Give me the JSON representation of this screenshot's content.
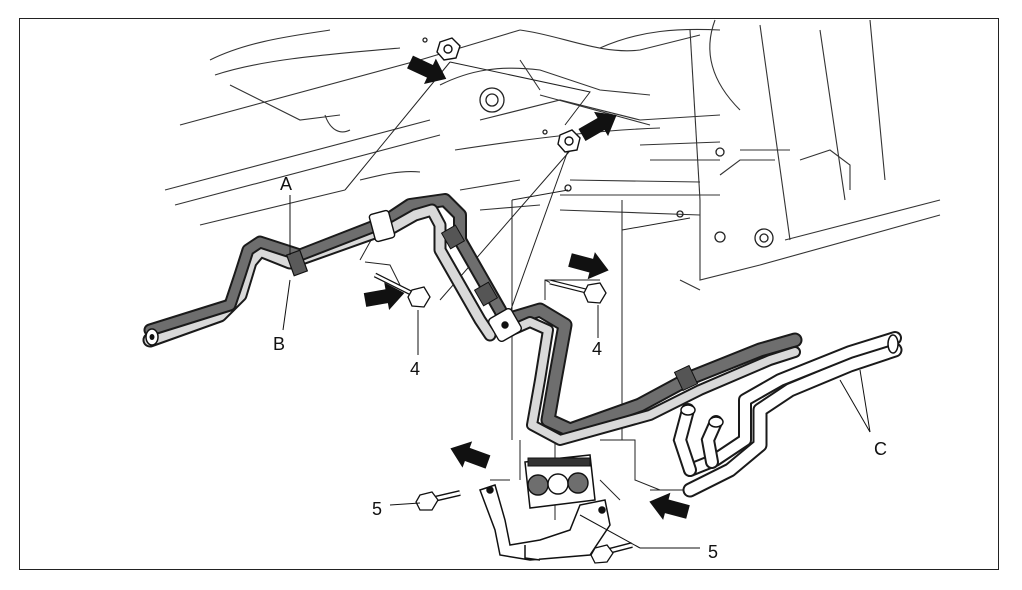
{
  "diagram": {
    "callouts": {
      "A": "A",
      "B": "B",
      "C": "C",
      "bolt_left": "4",
      "bolt_right": "4",
      "screw_left": "5",
      "screw_right": "5"
    },
    "colors": {
      "line": "#1a1a1a",
      "pipe_fill": "#6e6e6e",
      "pipe_highlight": "#d9d9d9",
      "arrow": "#111111"
    },
    "icons": [
      "removal-arrow-icon",
      "bolt-icon",
      "nut-icon",
      "bracket-icon",
      "pipe-clamp-icon"
    ]
  }
}
